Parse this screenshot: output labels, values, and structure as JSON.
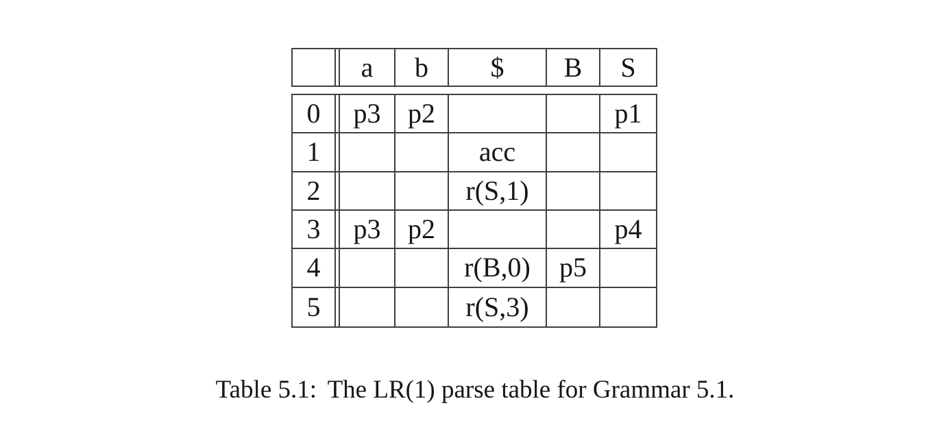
{
  "table": {
    "columns": [
      "",
      "a",
      "b",
      "$",
      "B",
      "S"
    ],
    "rows": [
      {
        "state": "0",
        "cells": [
          "p3",
          "p2",
          "",
          "",
          "p1"
        ]
      },
      {
        "state": "1",
        "cells": [
          "",
          "",
          "acc",
          "",
          ""
        ]
      },
      {
        "state": "2",
        "cells": [
          "",
          "",
          "r(S,1)",
          "",
          ""
        ]
      },
      {
        "state": "3",
        "cells": [
          "p3",
          "p2",
          "",
          "",
          "p4"
        ]
      },
      {
        "state": "4",
        "cells": [
          "",
          "",
          "r(B,0)",
          "p5",
          ""
        ]
      },
      {
        "state": "5",
        "cells": [
          "",
          "",
          "r(S,3)",
          "",
          ""
        ]
      }
    ]
  },
  "caption": {
    "label": "Table 5.1:",
    "text": "The LR(1) parse table for Grammar 5.1."
  },
  "colors": {
    "background": "#ffffff",
    "border": "#3f3f3f",
    "text": "#161616"
  }
}
